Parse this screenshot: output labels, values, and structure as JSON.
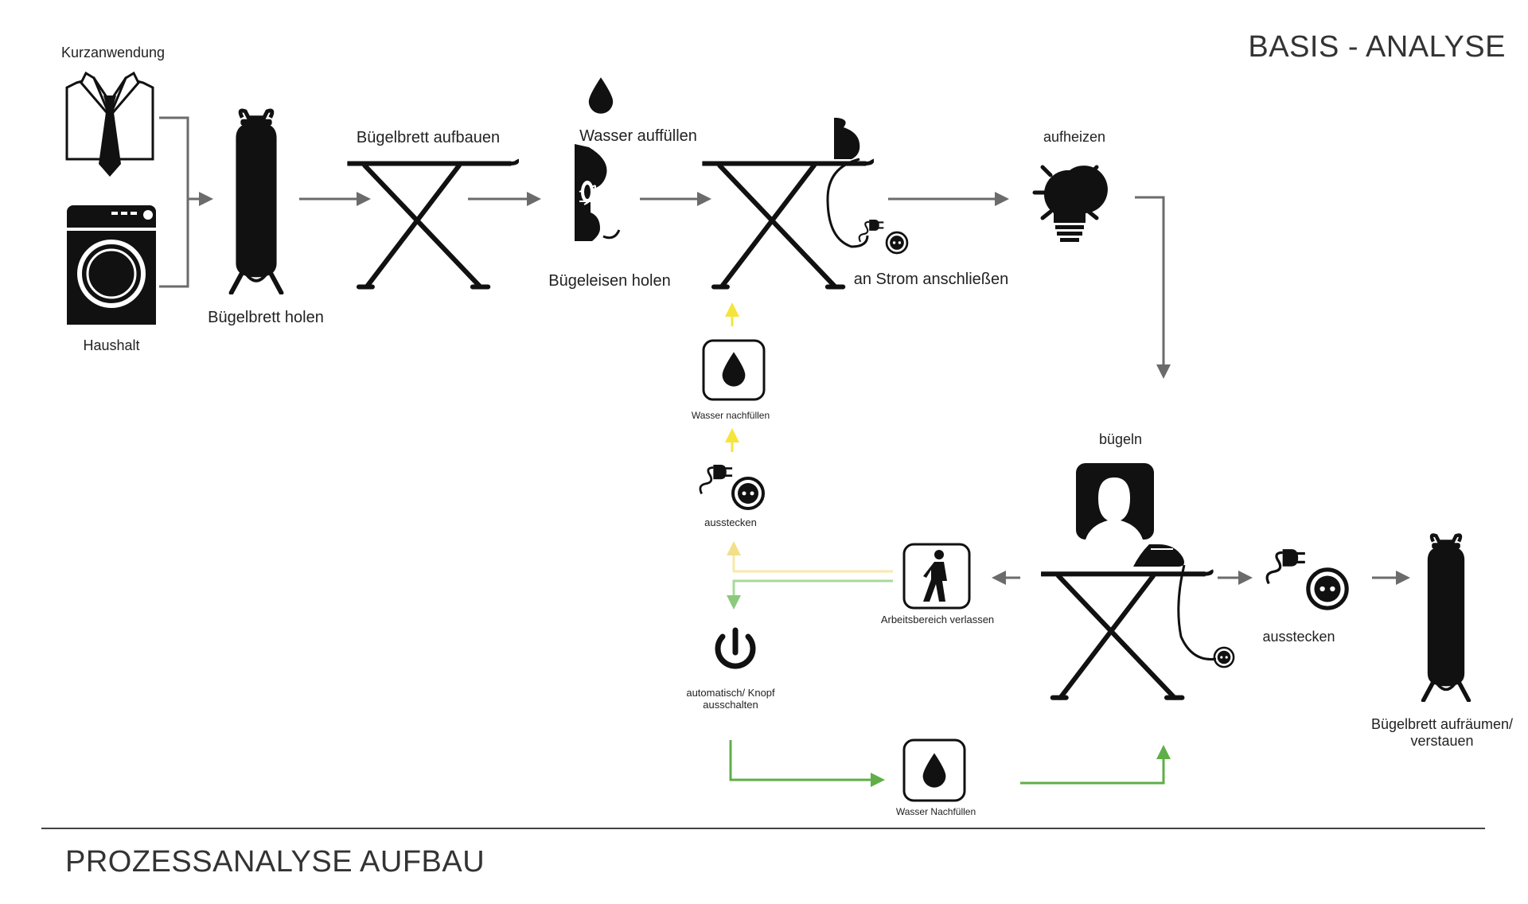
{
  "header": {
    "title": "BASIS - ANALYSE"
  },
  "footer": {
    "title": "PROZESSANALYSE AUFBAU"
  },
  "labels": {
    "kurzanwendung": "Kurzanwendung",
    "haushalt": "Haushalt",
    "buegelbrett_holen": "Bügelbrett holen",
    "buegelbrett_aufbauen": "Bügelbrett aufbauen",
    "wasser_auffuellen": "Wasser auffüllen",
    "buegeleisen_holen": "Bügeleisen holen",
    "an_strom": "an Strom anschließen",
    "aufheizen": "aufheizen",
    "buegeln": "bügeln",
    "ausstecken_right": "ausstecken",
    "aufraeumen_line1": "Bügelbrett aufräumen/",
    "aufraeumen_line2": "verstauen",
    "arbeitsbereich": "Arbeitsbereich verlassen",
    "wasser_nachfuellen_small": "Wasser nachfüllen",
    "ausstecken_small": "ausstecken",
    "automatisch_line1": "automatisch/ Knopf",
    "automatisch_line2": "ausschalten",
    "wasser_nachfuellen_bottom": "Wasser Nachfüllen"
  },
  "colors": {
    "ink": "#111111",
    "arrow_gray": "#6b6b6b",
    "yellow": "#f5e43a",
    "yellow_pale": "#f7e9a8",
    "green": "#5fae48",
    "green_pale": "#a8d99a"
  },
  "icons": [
    "shirt-tie-icon",
    "washing-machine-icon",
    "ironing-board-folded-icon",
    "ironing-board-icon",
    "water-drop-icon",
    "iron-icon",
    "power-plug-icon",
    "socket-icon",
    "light-bulb-icon",
    "person-silhouette-icon",
    "walking-person-icon",
    "power-button-icon"
  ]
}
